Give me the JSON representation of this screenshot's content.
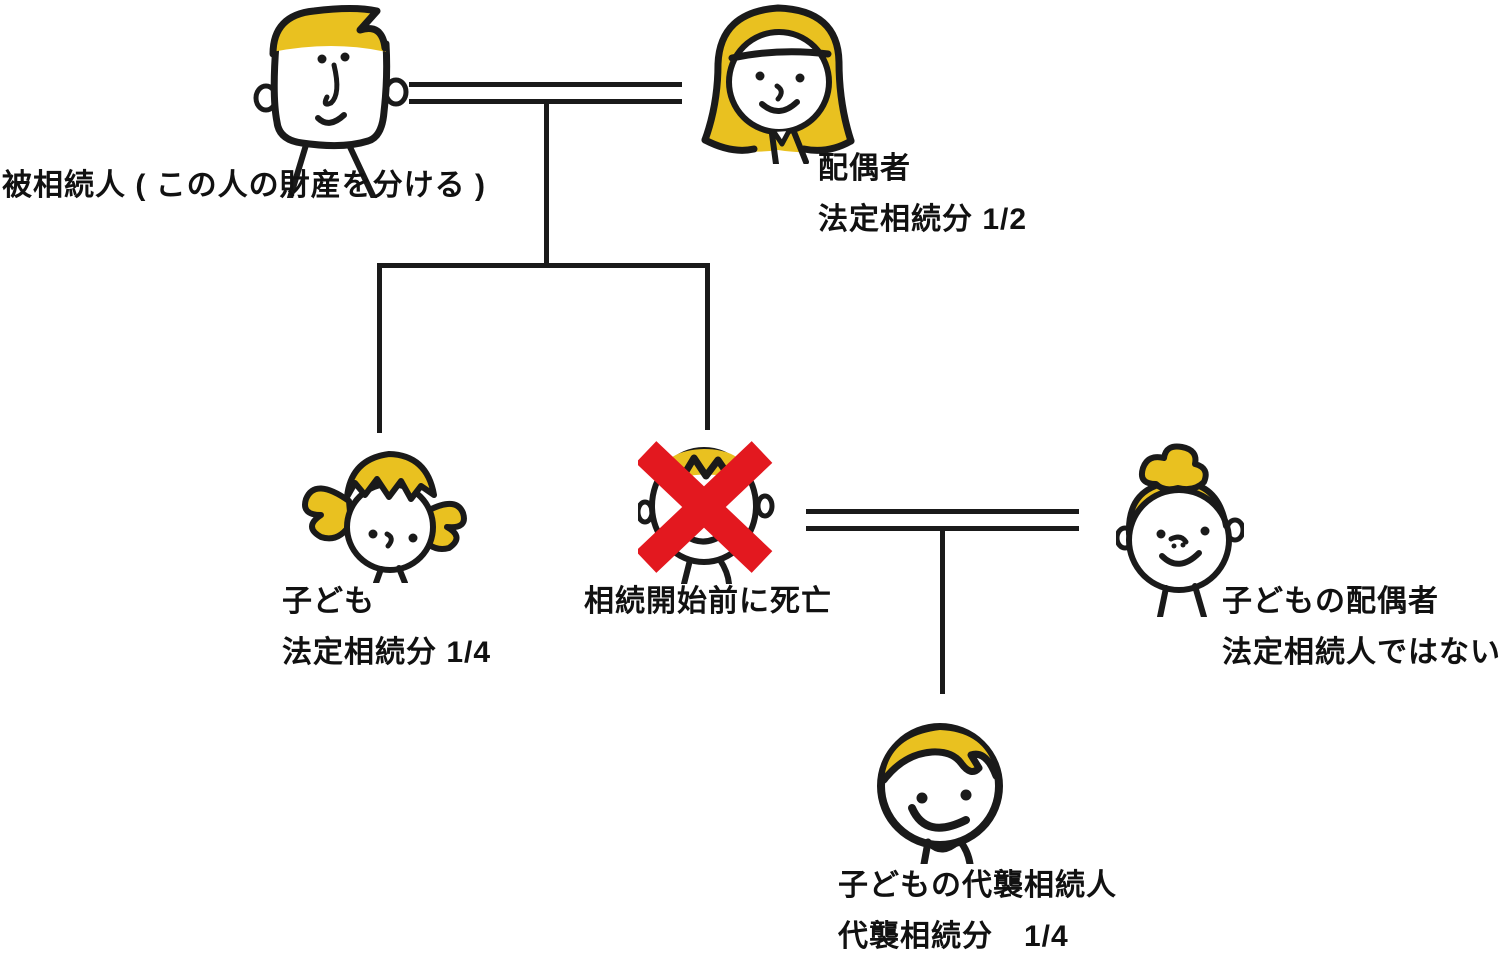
{
  "diagram": {
    "type": "family-inheritance-tree",
    "colors": {
      "stroke": "#1a1a1a",
      "hair": "#e9c120",
      "cross": "#e3181f",
      "background": "#ffffff"
    },
    "nodes": {
      "decedent": {
        "figure": "man-yellow-hair",
        "label": "被相続人 ( この人の財産を分ける )"
      },
      "spouse": {
        "figure": "woman-long-hair",
        "name": "配偶者",
        "share": "法定相続分 1/2"
      },
      "child": {
        "figure": "girl-pigtails",
        "name": "子ども",
        "share": "法定相続分 1/4"
      },
      "deceased_child": {
        "figure": "boy-crossed-out",
        "status_icon": "red-x",
        "status": "相続開始前に死亡"
      },
      "childs_spouse": {
        "figure": "woman-bun",
        "name": "子どもの配偶者",
        "share": "法定相続人ではない"
      },
      "grandchild": {
        "figure": "boy-side-part",
        "name": "子どもの代襲相続人",
        "share": "代襲相続分　1/4"
      }
    },
    "relations": {
      "marriage_1": "decedent = spouse (double line)",
      "marriage_2": "deceased_child = childs_spouse (double line)",
      "children_of_marriage_1": [
        "child",
        "deceased_child"
      ],
      "children_of_marriage_2": [
        "grandchild"
      ]
    }
  }
}
